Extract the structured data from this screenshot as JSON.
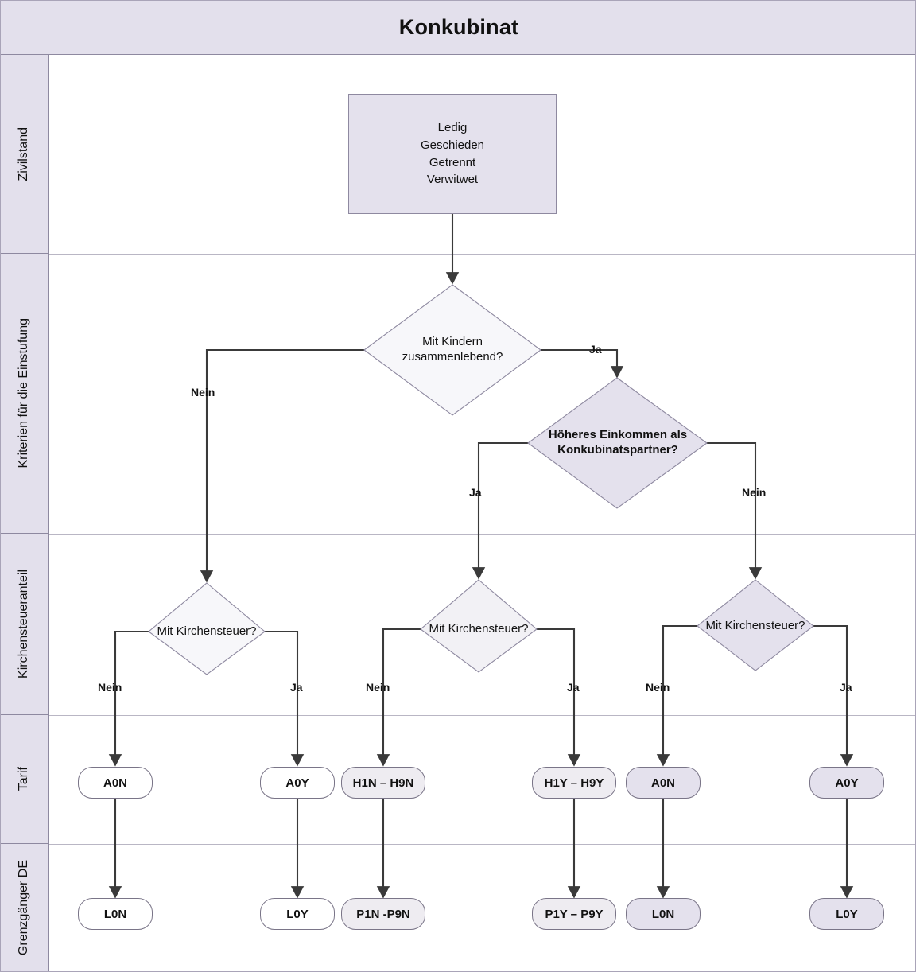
{
  "header": {
    "title": "Konkubinat"
  },
  "lanes": [
    {
      "id": "zivilstand",
      "label": "Zivilstand"
    },
    {
      "id": "kriterien",
      "label": "Kriterien für die Einstufung"
    },
    {
      "id": "kirchensteuer",
      "label": "Kirchensteueranteil"
    },
    {
      "id": "tarif",
      "label": "Tarif"
    },
    {
      "id": "grenzgaenger",
      "label": "Grenzgänger DE"
    }
  ],
  "nodes": {
    "zivilstand_box": {
      "lines": "Ledig\nGeschieden\nGetrennt\nVerwitwet"
    },
    "d_kinder": {
      "label": "Mit Kindern zusammenlebend?"
    },
    "d_einkommen": {
      "label": "Höheres Einkommen als Konkubinatspartner?"
    },
    "d_kirche_1": {
      "label": "Mit Kirchensteuer?"
    },
    "d_kirche_2": {
      "label": "Mit Kirchensteuer?"
    },
    "d_kirche_3": {
      "label": "Mit Kirchensteuer?"
    },
    "tarif_1": {
      "label": "A0N"
    },
    "tarif_2": {
      "label": "A0Y"
    },
    "tarif_3": {
      "label": "H1N – H9N"
    },
    "tarif_4": {
      "label": "H1Y – H9Y"
    },
    "tarif_5": {
      "label": "A0N"
    },
    "tarif_6": {
      "label": "A0Y"
    },
    "grenz_1": {
      "label": "L0N"
    },
    "grenz_2": {
      "label": "L0Y"
    },
    "grenz_3": {
      "label": "P1N -P9N"
    },
    "grenz_4": {
      "label": "P1Y – P9Y"
    },
    "grenz_5": {
      "label": "L0N"
    },
    "grenz_6": {
      "label": "L0Y"
    }
  },
  "edge_labels": {
    "kinder_nein": "Nein",
    "kinder_ja": "Ja",
    "einkommen_ja": "Ja",
    "einkommen_nein": "Nein",
    "k1_nein": "Nein",
    "k1_ja": "Ja",
    "k2_nein": "Nein",
    "k2_ja": "Ja",
    "k3_nein": "Nein",
    "k3_ja": "Ja"
  },
  "colors": {
    "header_bg": "#e3e0ec",
    "lane_bg": "#e3e0ec",
    "lavender": "#e4e1ed",
    "pale": "#f7f7fa",
    "grey_pill": "#eeecf1",
    "line": "#3a3a3a",
    "border": "#8e89a0"
  }
}
